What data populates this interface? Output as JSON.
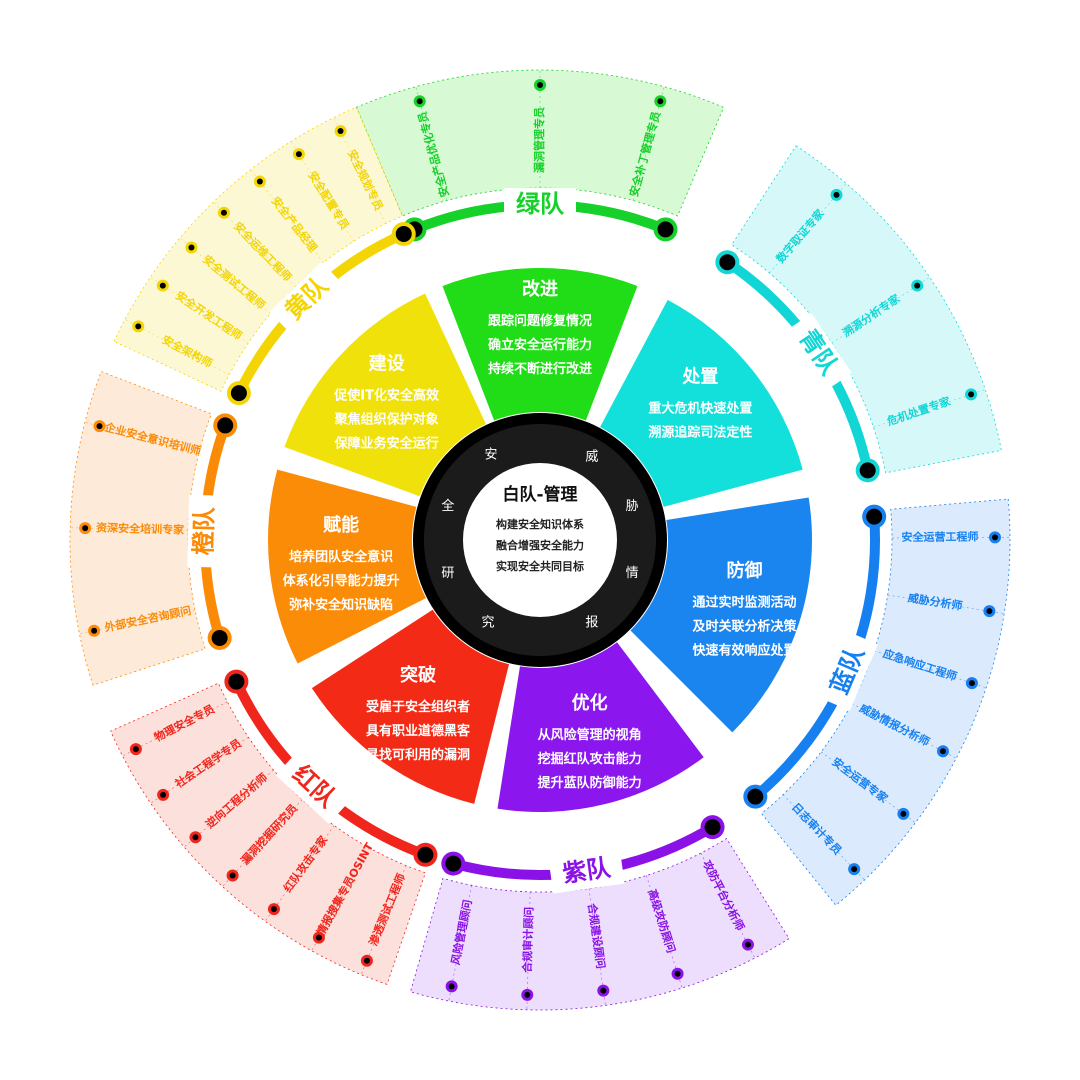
{
  "center": {
    "title": "白队-管理",
    "lines": [
      "构建安全知识体系",
      "融合增强安全能力",
      "实现安全共同目标"
    ],
    "ring_left": [
      "安",
      "全",
      "研",
      "究"
    ],
    "ring_right": [
      "威",
      "胁",
      "情",
      "报"
    ]
  },
  "teams": [
    {
      "id": "green",
      "name": "绿队",
      "color": "#16d12a",
      "light": "#c9f7c6",
      "wedge": "#20dd17",
      "wedge_title": "改进",
      "wedge_lines": [
        "跟踪问题修复情况",
        "确立安全运行能力",
        "持续不断进行改进"
      ],
      "roles": [
        "安全产品优化专员",
        "漏洞管理专员",
        "安全补丁管理专员"
      ]
    },
    {
      "id": "cyan",
      "name": "青队",
      "color": "#12d6d6",
      "light": "#c8f6f6",
      "wedge": "#13e0da",
      "wedge_title": "处置",
      "wedge_lines": [
        "重大危机快速处置",
        "溯源追踪司法定性"
      ],
      "roles": [
        "数字取证专家",
        "溯源分析专家",
        "危机处置专家"
      ]
    },
    {
      "id": "blue",
      "name": "蓝队",
      "color": "#1680f0",
      "light": "#cfe3fb",
      "wedge": "#1a84ef",
      "wedge_title": "防御",
      "wedge_lines": [
        "通过实时监测活动",
        "及时关联分析决策",
        "快速有效响应处置"
      ],
      "roles": [
        "安全运营工程师",
        "威胁分析师",
        "应急响应工程师",
        "威胁情报分析师",
        "安全运营专家",
        "日志审计专员"
      ]
    },
    {
      "id": "purple",
      "name": "紫队",
      "color": "#8a12e6",
      "light": "#e6d3fb",
      "wedge": "#8c16ee",
      "wedge_title": "优化",
      "wedge_lines": [
        "从风险管理的视角",
        "挖掘红队攻击能力",
        "提升蓝队防御能力"
      ],
      "roles": [
        "攻防平台分析师",
        "高级攻防顾问",
        "合规建设顾问",
        "合规审计顾问",
        "风险管理顾问"
      ]
    },
    {
      "id": "red",
      "name": "红队",
      "color": "#f0261c",
      "light": "#fbd6d0",
      "wedge": "#f32b16",
      "wedge_title": "突破",
      "wedge_lines": [
        "受雇于安全组织者",
        "具有职业道德黑客",
        "寻找可利用的漏洞"
      ],
      "roles": [
        "渗透测试工程师",
        "情报搜集专员OSINT",
        "红队攻击专家",
        "漏洞挖掘研究员",
        "逆向工程分析师",
        "社会工程学专员",
        "物理安全专员"
      ]
    },
    {
      "id": "orange",
      "name": "橙队",
      "color": "#fb8a06",
      "light": "#fde3cb",
      "wedge": "#fb8c08",
      "wedge_title": "赋能",
      "wedge_lines": [
        "培养团队安全意识",
        "体系化引导能力提升",
        "弥补安全知识缺陷"
      ],
      "roles": [
        "外部安全咨询顾问",
        "资深安全培训专家",
        "企业安全意识培训师"
      ]
    },
    {
      "id": "yellow",
      "name": "黄队",
      "color": "#f3d505",
      "light": "#fbf6c4",
      "wedge": "#f1e10a",
      "wedge_title": "建设",
      "wedge_lines": [
        "促使IT化安全高效",
        "聚焦组织保护对象",
        "保障业务安全运行"
      ],
      "roles": [
        "安全架构师",
        "安全开发工程师",
        "安全测试工程师",
        "安全运维工程师",
        "安全产品经理",
        "安全配置专员",
        "安全规划专员"
      ]
    }
  ]
}
